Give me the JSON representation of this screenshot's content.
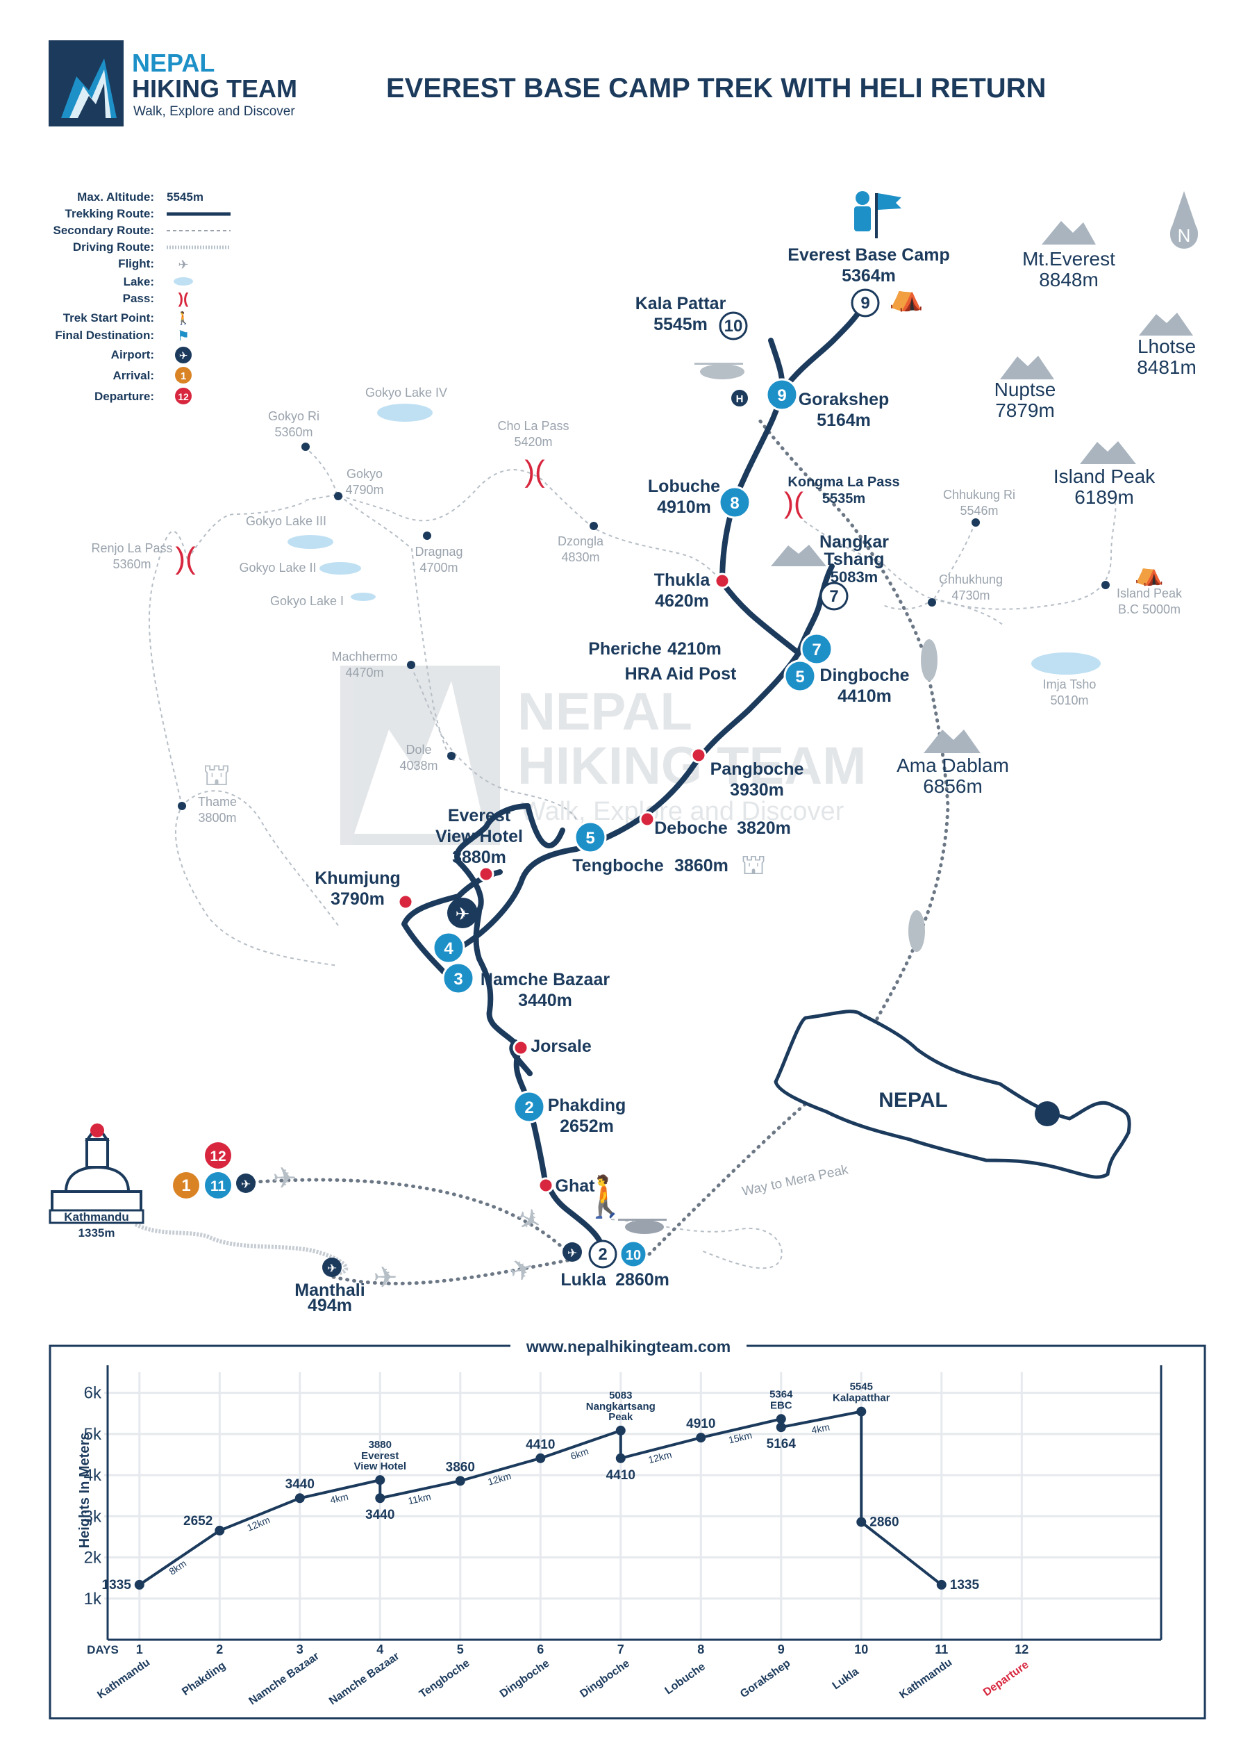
{
  "header": {
    "brand_line1": "NEPAL",
    "brand_line2": "HIKING TEAM",
    "tagline": "Walk, Explore and Discover",
    "title": "EVEREST BASE CAMP TREK WITH HELI RETURN"
  },
  "legend": {
    "max_altitude_label": "Max. Altitude:",
    "max_altitude_value": "5545m",
    "trekking_route": "Trekking Route:",
    "secondary_route": "Secondary Route:",
    "driving_route": "Driving Route:",
    "flight": "Flight:",
    "lake": "Lake:",
    "pass": "Pass:",
    "trek_start": "Trek Start Point:",
    "final_destination": "Final Destination:",
    "airport": "Airport:",
    "arrival": "Arrival:",
    "arrival_num": "1",
    "departure": "Departure:",
    "departure_num": "12"
  },
  "colors": {
    "navy": "#1b3a5c",
    "blue": "#1e90c8",
    "red": "#d7263d",
    "orange": "#d98324",
    "grey": "#9aa3ad",
    "lake": "#bfe0f3"
  },
  "map": {
    "everest_base_camp": {
      "name": "Everest Base Camp",
      "alt": "5364m",
      "day": "9"
    },
    "kala_pattar": {
      "name": "Kala Pattar",
      "alt": "5545m",
      "day": "10"
    },
    "gorakshep": {
      "name": "Gorakshep",
      "alt": "5164m",
      "day": "9"
    },
    "lobuche": {
      "name": "Lobuche",
      "alt": "4910m",
      "day": "8"
    },
    "kongma": {
      "name": "Kongma La Pass",
      "alt": "5535m"
    },
    "thukla": {
      "name": "Thukla",
      "alt": "4620m"
    },
    "nangkar": {
      "name1": "Nangkar",
      "name2": "Tshang",
      "alt": "5083m",
      "day": "7"
    },
    "pheriche": {
      "name": "Pheriche",
      "alt": "4210m"
    },
    "hra": "HRA Aid Post",
    "dingboche": {
      "name": "Dingboche",
      "alt": "4410m",
      "day": "5",
      "day2": "7"
    },
    "pangboche": {
      "name": "Pangboche",
      "alt": "3930m"
    },
    "deboche": {
      "name": "Deboche",
      "alt": "3820m"
    },
    "tengboche": {
      "name": "Tengboche",
      "alt": "3860m",
      "day": "5"
    },
    "everest_view": {
      "name1": "Everest",
      "name2": "View Hotel",
      "alt": "3880m"
    },
    "khumjung": {
      "name": "Khumjung",
      "alt": "3790m"
    },
    "namche": {
      "name": "Namche Bazaar",
      "alt": "3440m",
      "day": "3",
      "day2": "4"
    },
    "jorsale": "Jorsale",
    "phakding": {
      "name": "Phakding",
      "alt": "2652m",
      "day": "2"
    },
    "ghat": "Ghat",
    "lukla": {
      "name": "Lukla",
      "alt": "2860m",
      "day": "2",
      "day2": "10"
    },
    "manthali": {
      "name": "Manthali",
      "alt": "494m"
    },
    "kathmandu": {
      "name": "Kathmandu",
      "alt": "1335m",
      "arr": "1",
      "dep": "12",
      "day": "11"
    },
    "mera": "Way to Mera Peak",
    "nepal": "NEPAL",
    "north": "N",
    "peaks": {
      "everest": {
        "name": "Mt.Everest",
        "alt": "8848m"
      },
      "lhotse": {
        "name": "Lhotse",
        "alt": "8481m"
      },
      "nuptse": {
        "name": "Nuptse",
        "alt": "7879m"
      },
      "island": {
        "name": "Island Peak",
        "alt": "6189m"
      },
      "ama": {
        "name": "Ama Dablam",
        "alt": "6856m"
      }
    },
    "grey_places": {
      "gokyo_lake_iv": "Gokyo Lake IV",
      "gokyo_ri": "Gokyo Ri",
      "gokyo_ri_alt": "5360m",
      "cho_la": "Cho La Pass",
      "cho_la_alt": "5420m",
      "gokyo": "Gokyo",
      "gokyo_alt": "4790m",
      "gokyo_lake_iii": "Gokyo Lake III",
      "dragnag": "Dragnag",
      "dragnag_alt": "4700m",
      "dzongla": "Dzongla",
      "dzongla_alt": "4830m",
      "renjo": "Renjo La Pass",
      "renjo_alt": "5360m",
      "gokyo_lake_ii": "Gokyo Lake II",
      "gokyo_lake_i": "Gokyo Lake I",
      "machhermo": "Machhermo",
      "machhermo_alt": "4470m",
      "dole": "Dole",
      "dole_alt": "4038m",
      "thame": "Thame",
      "thame_alt": "3800m",
      "chhukung_ri": "Chhukung Ri",
      "chhukung_ri_alt": "5546m",
      "chhukhung": "Chhukhung",
      "chhukhung_alt": "4730m",
      "island_bc": "Island Peak",
      "island_bc_alt": "B.C 5000m",
      "imja": "Imja Tsho",
      "imja_alt": "5010m"
    },
    "watermark": {
      "line1": "NEPAL",
      "line2": "HIKING TEAM",
      "line3": "Walk, Explore and Discover"
    }
  },
  "profile": {
    "website": "www.nepalhikingteam.com",
    "ylabel": "Heights In Meters",
    "days_label": "DAYS",
    "departure_label": "Departure"
  },
  "chart_data": {
    "type": "line",
    "ylabel": "Heights In Meters",
    "xlabel": "DAYS",
    "ylim": [
      0,
      6500
    ],
    "yticks": [
      "1k",
      "2k",
      "3k",
      "4k",
      "5k",
      "6k"
    ],
    "days": [
      "1",
      "2",
      "3",
      "4",
      "5",
      "6",
      "7",
      "8",
      "9",
      "10",
      "11",
      "12"
    ],
    "day_places": [
      "Kathmandu",
      "Phakding",
      "Namche Bazaar",
      "Namche Bazaar",
      "Tengboche",
      "Dingboche",
      "Dingboche",
      "Lobuche",
      "Gorakshep",
      "Lukla",
      "Kathmandu",
      "Departure"
    ],
    "points": [
      {
        "day": 1,
        "alt": 1335,
        "label": "1335"
      },
      {
        "day": 2,
        "alt": 2652,
        "label": "2652"
      },
      {
        "day": 3,
        "alt": 3440,
        "label": "3440"
      },
      {
        "day": 4,
        "alt": 3880,
        "label": "3880",
        "place": "Everest View Hotel"
      },
      {
        "day": 4,
        "alt": 3440,
        "label": "3440"
      },
      {
        "day": 5,
        "alt": 3860,
        "label": "3860"
      },
      {
        "day": 6,
        "alt": 4410,
        "label": "4410"
      },
      {
        "day": 7,
        "alt": 5083,
        "label": "5083",
        "place": "Nangkartsang Peak"
      },
      {
        "day": 7,
        "alt": 4410,
        "label": "4410"
      },
      {
        "day": 8,
        "alt": 4910,
        "label": "4910"
      },
      {
        "day": 9,
        "alt": 5364,
        "label": "5364",
        "place": "EBC"
      },
      {
        "day": 9,
        "alt": 5164,
        "label": "5164"
      },
      {
        "day": 10,
        "alt": 5545,
        "label": "5545",
        "place": "Kalapatthar"
      },
      {
        "day": 10,
        "alt": 2860,
        "label": "2860"
      },
      {
        "day": 11,
        "alt": 1335,
        "label": "1335"
      }
    ],
    "distances": [
      "8km",
      "12km",
      "4km",
      "11km",
      "12km",
      "6km",
      "12km",
      "15km",
      "4km"
    ]
  }
}
